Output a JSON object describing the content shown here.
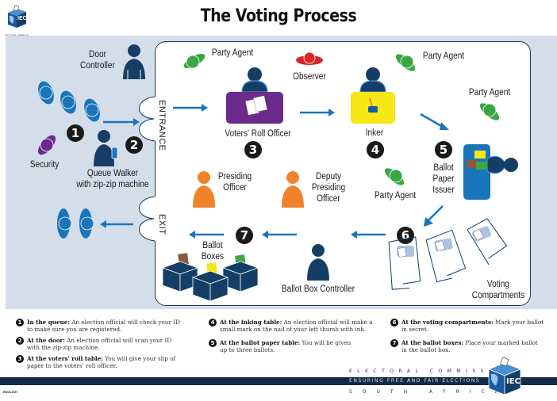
{
  "title": "The Voting Process",
  "logo": {
    "text": "IEC",
    "caption": "SOUTH AFRICA"
  },
  "colors": {
    "panel_bg": "#d4deea",
    "navy": "#143e66",
    "blue": "#1a75bb",
    "green": "#3aa745",
    "red": "#d9262a",
    "purple": "#6c2a8c",
    "orange": "#f0822a",
    "yellow": "#f5e614",
    "badge": "#1a1a1a"
  },
  "doors": {
    "entrance": "ENTRANCE",
    "exit": "EXIT"
  },
  "roles": {
    "door_controller": "Door Controller",
    "security": "Security",
    "queue_walker_line1": "Queue Walker",
    "queue_walker_line2": "with zip-zip machine",
    "party_agent": "Party Agent",
    "observer": "Observer",
    "voters_roll_officer": "Voters' Roll Officer",
    "inker": "Inker",
    "ballot_issuer_line1": "Ballot",
    "ballot_issuer_line2": "Paper",
    "ballot_issuer_line3": "Issuer",
    "presiding_line1": "Presiding",
    "presiding_line2": "Officer",
    "deputy_line1": "Deputy",
    "deputy_line2": "Presiding",
    "deputy_line3": "Officer",
    "ballot_boxes_line1": "Ballot",
    "ballot_boxes_line2": "Boxes",
    "ballot_box_controller": "Ballot Box Controller",
    "compartments_line1": "Voting",
    "compartments_line2": "Compartments"
  },
  "steps": [
    {
      "num": "1",
      "heading": "In the queue:",
      "text": "An election official will check your ID to make sure you are registered."
    },
    {
      "num": "2",
      "heading": "At the door:",
      "text": "An election official will scan your ID with the zip-zip machine."
    },
    {
      "num": "3",
      "heading": "At the voters' roll table:",
      "text": "You will give your slip of paper to the voters' roll officer."
    },
    {
      "num": "4",
      "heading": "At the inking table:",
      "text": "An election official will make a small mark on the nail of your left thumb with ink."
    },
    {
      "num": "5",
      "heading": "At the ballot paper table:",
      "text": "You will be given up to three ballots."
    },
    {
      "num": "6",
      "heading": "At the voting compartments:",
      "text": "Mark your ballot in secret."
    },
    {
      "num": "7",
      "heading": "At the ballot boxes:",
      "text": "Place your marked ballot in the ballot box."
    }
  ],
  "footer": {
    "org_line1": "ELECTORAL COMMISSION",
    "tagline": "ENSURING FREE AND FAIR ELECTIONS",
    "org_line3": "SOUTH AFRICA",
    "logo_text": "IEC",
    "language": "ENGLISH"
  }
}
